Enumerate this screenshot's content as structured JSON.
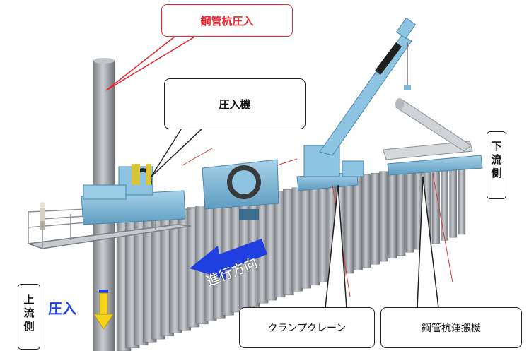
{
  "callouts": {
    "pile_press": "鋼管杭圧入",
    "press_machine": "圧入機",
    "clamp_crane": "クランプクレーン",
    "pile_carrier": "鋼管杭運搬機"
  },
  "sides": {
    "downstream": [
      "下",
      "流",
      "側"
    ],
    "upstream": [
      "上",
      "流",
      "側"
    ]
  },
  "press_direction_label": "圧入",
  "travel_direction_label": "進行方向",
  "colors": {
    "callout_highlight": "#e8262c",
    "machine_blue": "#7fb9d8",
    "pile_gray": "#a4a7ab",
    "arrow_blue": "#1f3fe0",
    "arrow_yellow": "#f5d31a"
  },
  "icons": {
    "press_arrow": "down-arrow-icon",
    "travel_arrow": "left-arrow-icon"
  }
}
